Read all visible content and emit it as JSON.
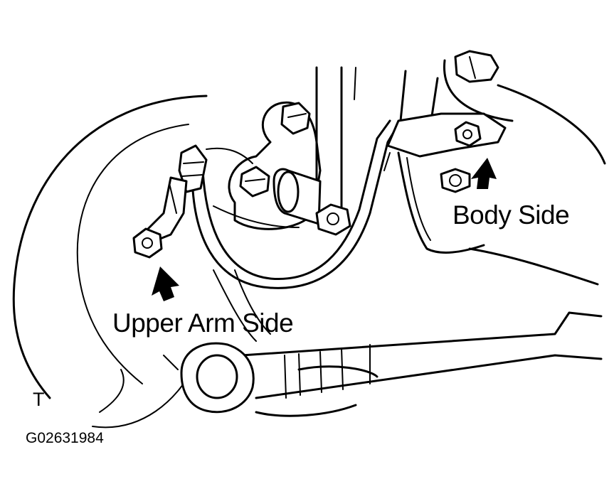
{
  "labels": {
    "upper_arm_side": "Upper Arm Side",
    "body_side": "Body Side",
    "view_marker": "T",
    "figure_code": "G02631984"
  },
  "colors": {
    "line": "#000000",
    "background": "#ffffff"
  }
}
